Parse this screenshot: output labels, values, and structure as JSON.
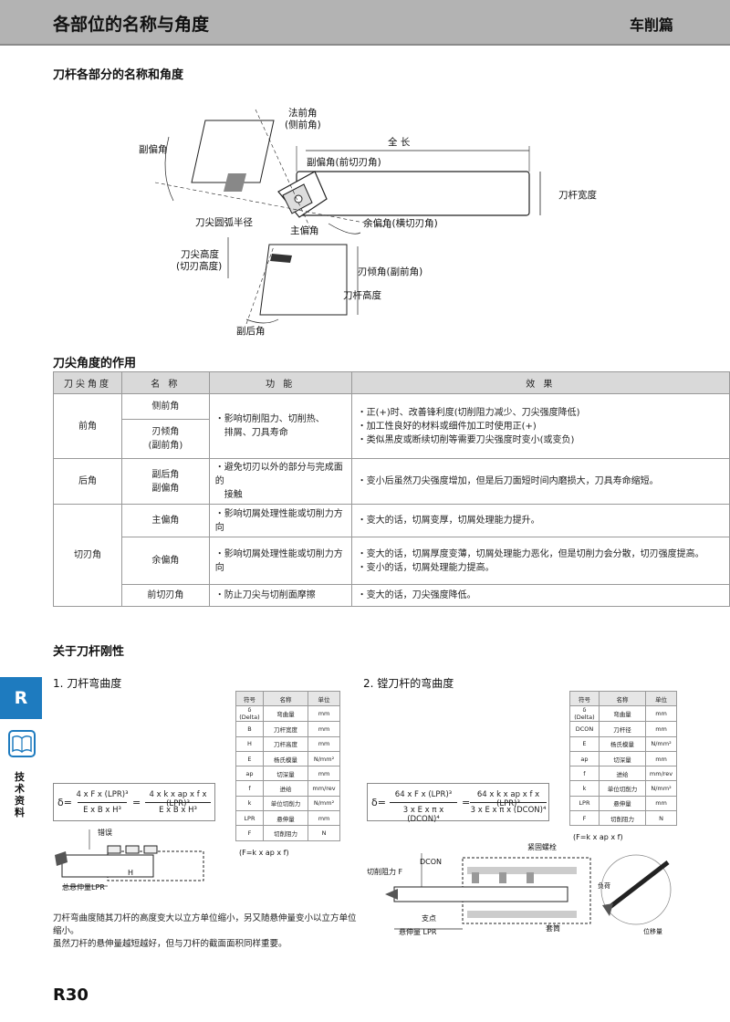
{
  "header": {
    "title": "各部位的名称与角度",
    "category": "车削篇"
  },
  "section1": {
    "title": "刀杆各部分的名称和角度"
  },
  "diagram_labels": {
    "normal_rake": "法前角",
    "normal_rake_sub": "(侧前角)",
    "minor_angle": "副偏角",
    "minor_angle_front": "副偏角(前切刃角)",
    "full_length": "全 长",
    "shank_width": "刀杆宽度",
    "nose_radius": "刀尖圆弧半径",
    "main_angle": "主偏角",
    "approach_angle": "余偏角(横切刃角)",
    "tip_height": "刀尖高度",
    "tip_height_sub": "(切刃高度)",
    "inclination": "刃倾角(副前角)",
    "shank_height": "刀杆高度",
    "minor_relief": "副后角"
  },
  "section2": {
    "title": "刀尖角度的作用"
  },
  "table": {
    "headers": [
      "刀尖角度",
      "名  称",
      "功  能",
      "效  果"
    ],
    "g1": "前角",
    "g1_n1": "侧前角",
    "g1_n2": "刃倾角",
    "g1_n2b": "(副前角)",
    "g1_f1": "・影响切削阻力、切削热、",
    "g1_f2": "排屑、刀具寿命",
    "g1_e1": "・正(+)时、改善锋利度(切削阻力减少、刀尖强度降低)",
    "g1_e2": "・加工性良好的材料或细件加工时使用正(+)",
    "g1_e3": "・类似黑皮或断续切削等需要刀尖强度时变小(或变负)",
    "g2": "后角",
    "g2_n1": "副后角",
    "g2_n2": "副偏角",
    "g2_f1": "・避免切刃以外的部分与完成面的",
    "g2_f2": "接触",
    "g2_e1": "・变小后虽然刀尖强度增加，但是后刀面短时间内磨损大，刀具寿命缩短。",
    "g3": "切刃角",
    "g3_n1": "主偏角",
    "g3_f1": "・影响切屑处理性能或切削力方向",
    "g3_e1": "・变大的话，切屑变厚，切屑处理能力提升。",
    "g3_n2": "余偏角",
    "g3_f2": "・影响切屑处理性能或切削力方向",
    "g3_e2a": "・变大的话，切屑厚度变薄，切屑处理能力恶化，但是切削力会分散，切刃强度提高。",
    "g3_e2b": "・变小的话，切屑处理能力提高。",
    "g3_n3": "前切刃角",
    "g3_f3": "・防止刀尖与切削面摩擦",
    "g3_e3": "・变大的话，刀尖强度降低。"
  },
  "section3": {
    "title": "关于刀杆刚性"
  },
  "part1": {
    "title": "1. 刀杆弯曲度",
    "symbols": [
      [
        "符号",
        "名称",
        "单位"
      ],
      [
        "δ (Delta)",
        "弯曲量",
        "mm"
      ],
      [
        "B",
        "刀杆宽度",
        "mm"
      ],
      [
        "H",
        "刀杆高度",
        "mm"
      ],
      [
        "E",
        "杨氏模量",
        "N/mm²"
      ],
      [
        "ap",
        "切深量",
        "mm"
      ],
      [
        "f",
        "进给",
        "mm/rev"
      ],
      [
        "k",
        "单位切削力",
        "N/mm²"
      ],
      [
        "LPR",
        "悬伸量",
        "mm"
      ],
      [
        "F",
        "切削阻力",
        "N"
      ]
    ],
    "force_note": "(F=k x ap x f)",
    "formula_lhs": "δ=",
    "formula_num1": "4 x F x (LPR)³",
    "formula_den1": "E x B x H³",
    "formula_num2": "4 x k x ap x f x (LPR)³",
    "formula_den2": "E x B x H³",
    "eq": "=",
    "label_mis": "错误",
    "label_h": "H",
    "label_lpr": "总悬伸量LPR",
    "note1": "刀杆弯曲度随其刀杆的高度变大以立方单位缩小，另又随悬伸量变小以立方单位缩小。",
    "note2": "虽然刀杆的悬伸量越短越好，但与刀杆的截面面积同样重要。"
  },
  "part2": {
    "title": "2. 镗刀杆的弯曲度",
    "symbols": [
      [
        "符号",
        "名称",
        "单位"
      ],
      [
        "δ (Delta)",
        "弯曲量",
        "mm"
      ],
      [
        "DCON",
        "刀杆径",
        "mm"
      ],
      [
        "E",
        "杨氏模量",
        "N/mm²"
      ],
      [
        "ap",
        "切深量",
        "mm"
      ],
      [
        "f",
        "进给",
        "mm/rev"
      ],
      [
        "k",
        "单位切削力",
        "N/mm²"
      ],
      [
        "LPR",
        "悬伸量",
        "mm"
      ],
      [
        "F",
        "切削阻力",
        "N"
      ]
    ],
    "force_note": "(F=k x ap x f)",
    "formula_lhs": "δ=",
    "formula_num1": "64 x F x (LPR)³",
    "formula_den1": "3 x E x π x (DCON)⁴",
    "formula_num2": "64 x k x ap x f x (LPR)³",
    "formula_den2": "3 x E x π x (DCON)⁴",
    "eq": "=",
    "label_force": "切削阻力 F",
    "label_dcon": "DCON",
    "label_bolt": "紧固螺栓",
    "label_fulcrum": "支点",
    "label_sleeve": "套筒",
    "label_lpr": "悬伸量 LPR",
    "label_load": "负荷",
    "label_disp": "位移量"
  },
  "side": {
    "tab": "R",
    "label": "技术资料"
  },
  "page_number": "R30"
}
